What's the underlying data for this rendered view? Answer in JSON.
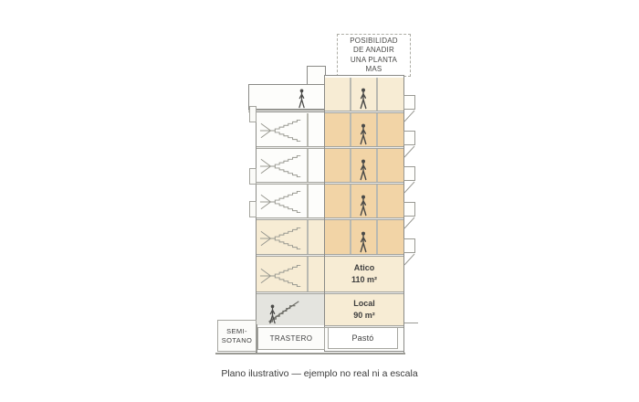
{
  "annotation": {
    "lines": [
      "POSIBILIDAD",
      "DE ANADIR",
      "UNA PLANTA",
      "MAS"
    ]
  },
  "tower": {
    "atico": {
      "name": "Atico",
      "area": "110 m²"
    },
    "local": {
      "name": "Local",
      "area": "90 m²"
    },
    "pasto": {
      "label": "Pastó"
    }
  },
  "basement": {
    "semisotano_line1": "SEMI-",
    "semisotano_line2": "SOTANO",
    "trastero": "TRASTERO"
  },
  "caption": "Plano ilustrativo — ejemplo no real ni a escala",
  "icons": {
    "person": "person-icon",
    "stairs": "stairs-icon",
    "balcony_strut": "balcony-strut-icon"
  },
  "colors": {
    "peach": "#f2d4a6",
    "cream": "#f7ecd4",
    "gray_floor": "#e4e4df",
    "outline": "#8b8b87"
  }
}
